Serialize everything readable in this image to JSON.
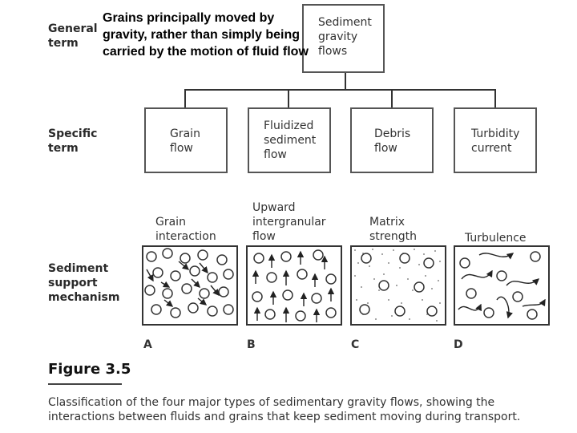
{
  "row_labels": {
    "general": "General\nterm",
    "specific": "Specific\nterm",
    "support": "Sediment\nsupport\nmechanism"
  },
  "general_box": "Sediment\ngravity\nflows",
  "overlay_note": "Grains principally moved by gravity, rather than simply being carried by the motion of fluid flow",
  "specific_terms": [
    "Grain\nflow",
    "Fluidized\nsediment\nflow",
    "Debris\nflow",
    "Turbidity\ncurrent"
  ],
  "mechanisms": [
    "Grain\ninteraction",
    "Upward\nintergranular\nflow",
    "Matrix\nstrength",
    "Turbulence"
  ],
  "panel_letters": [
    "A",
    "B",
    "C",
    "D"
  ],
  "figure": {
    "title": "Figure 3.5",
    "caption": "Classification of the four major types of sedimentary gravity flows, showing the\ninteractions between fluids and grains that keep sediment moving during transport."
  }
}
